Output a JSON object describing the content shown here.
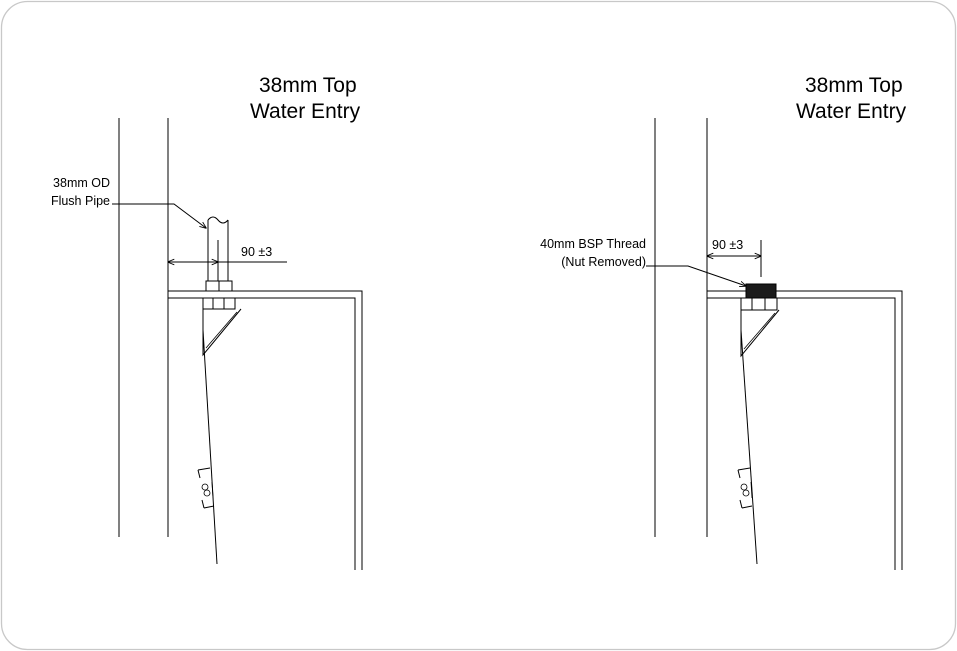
{
  "frame": {
    "border_color": "#c8c8c8"
  },
  "left_view": {
    "title_line1": "38mm Top",
    "title_line2": "Water Entry",
    "callout_line1": "38mm OD",
    "callout_line2": "Flush Pipe",
    "dimension": "90 ±3"
  },
  "right_view": {
    "title_line1": "38mm Top",
    "title_line2": "Water Entry",
    "callout_line1": "40mm BSP Thread",
    "callout_line2": "(Nut Removed)",
    "dimension": "90 ±3"
  }
}
